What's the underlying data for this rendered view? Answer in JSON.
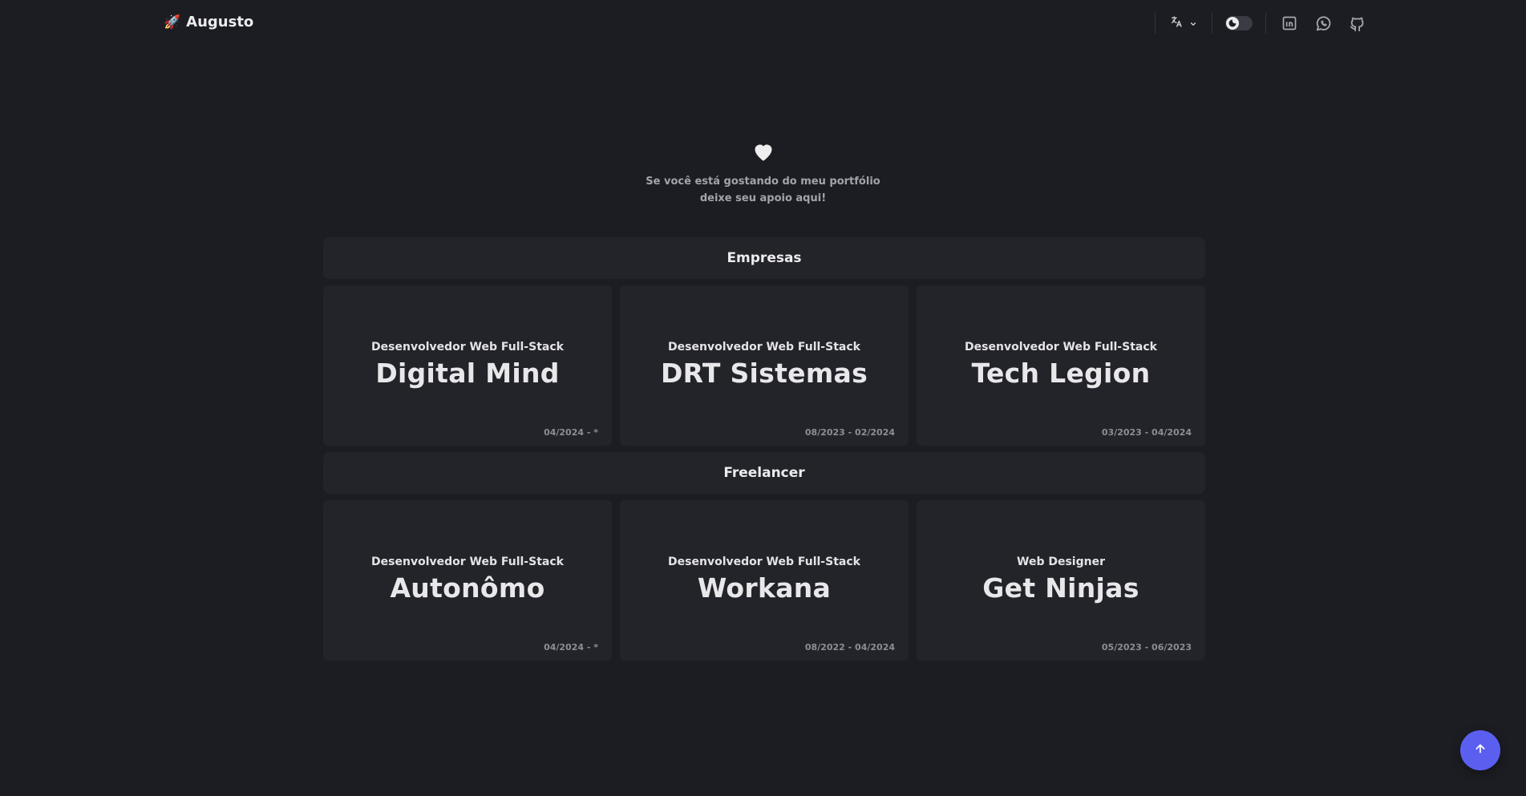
{
  "header": {
    "brand": "Augusto",
    "brand_icon": "rocket-icon",
    "language_icon": "translate-icon",
    "theme_icon": "moon-icon",
    "socials": [
      "linkedin-icon",
      "whatsapp-icon",
      "github-icon"
    ]
  },
  "support": {
    "icon": "heart-icon",
    "line1": "Se você está gostando do meu portfólio",
    "line2": "deixe seu apoio aqui!"
  },
  "sections": [
    {
      "title": "Empresas",
      "cards": [
        {
          "role": "Desenvolvedor Web Full-Stack",
          "company": "Digital Mind",
          "period": "04/2024 - *"
        },
        {
          "role": "Desenvolvedor Web Full-Stack",
          "company": "DRT Sistemas",
          "period": "08/2023 - 02/2024"
        },
        {
          "role": "Desenvolvedor Web Full-Stack",
          "company": "Tech Legion",
          "period": "03/2023 - 04/2024"
        }
      ]
    },
    {
      "title": "Freelancer",
      "cards": [
        {
          "role": "Desenvolvedor Web Full-Stack",
          "company": "Autonômo",
          "period": "04/2024 - *"
        },
        {
          "role": "Desenvolvedor Web Full-Stack",
          "company": "Workana",
          "period": "08/2022 - 04/2024"
        },
        {
          "role": "Web Designer",
          "company": "Get Ninjas",
          "period": "05/2023 - 06/2023"
        }
      ]
    }
  ],
  "colors": {
    "background": "#1c1d22",
    "card": "#23242a",
    "accent": "#5b5ff0"
  },
  "scroll_top_icon": "arrow-up-icon"
}
